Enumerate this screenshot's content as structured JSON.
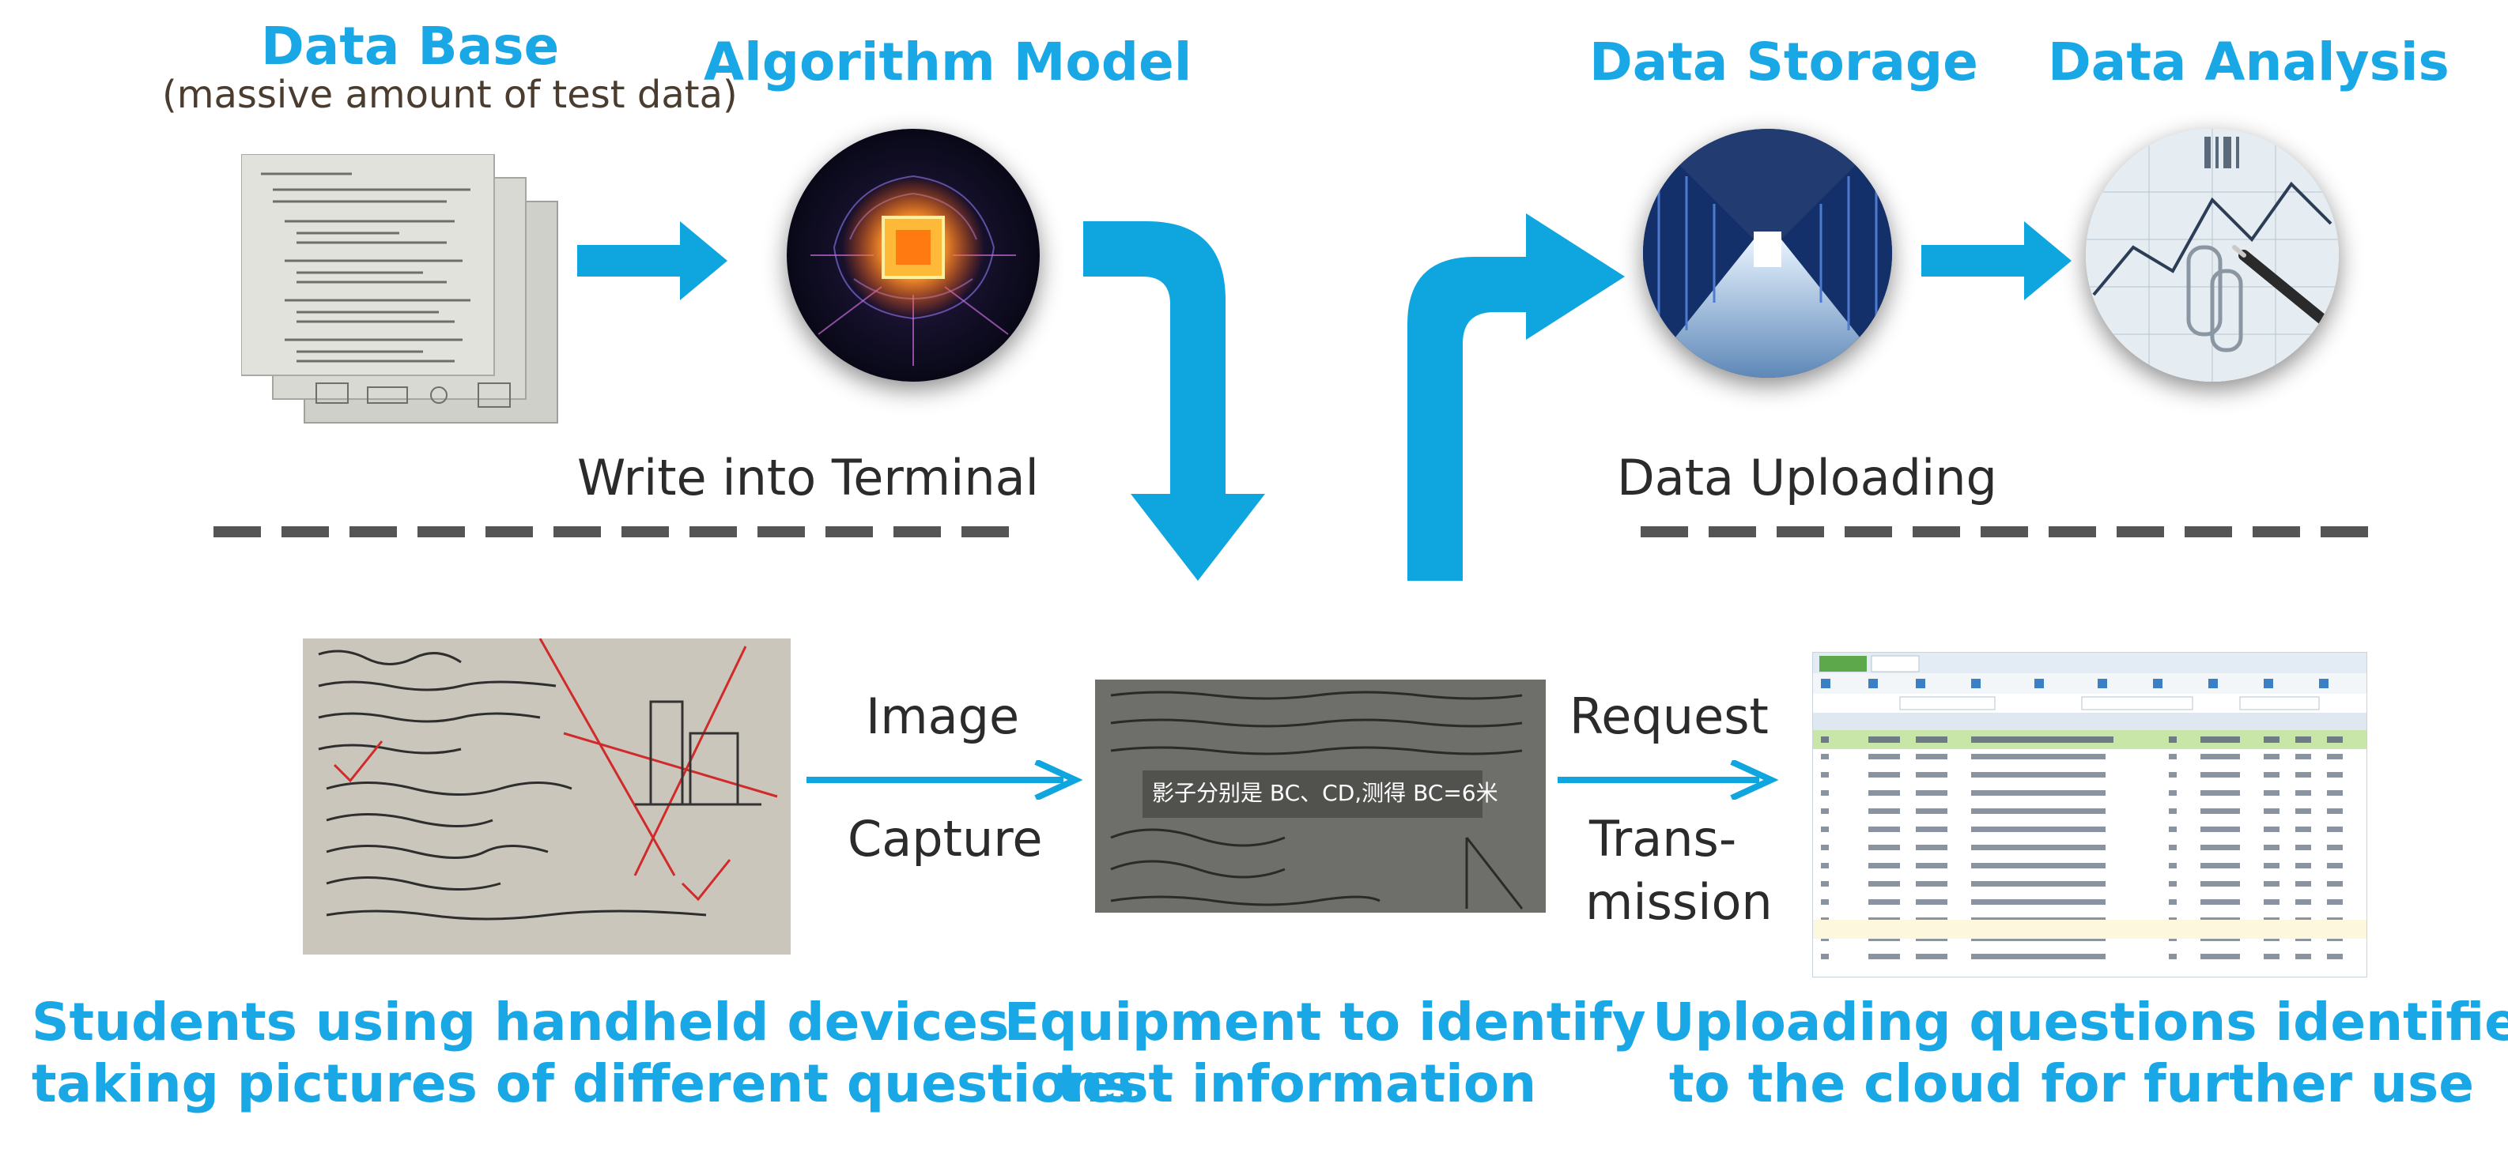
{
  "colors": {
    "accent": "#1aa7e6",
    "arrow": "#0fa6df",
    "text_dark": "#2b2b2b",
    "dash": "#555555"
  },
  "top": {
    "data_base": {
      "title": "Data Base",
      "subtitle": "(massive amount of test data)"
    },
    "algorithm_model": {
      "title": "Algorithm Model"
    },
    "data_storage": {
      "title": "Data Storage"
    },
    "data_analysis": {
      "title": "Data Analysis"
    }
  },
  "flow_labels": {
    "write_terminal": "Write into Terminal",
    "data_uploading": "Data Uploading",
    "image": "Image",
    "capture": "Capture",
    "request": "Request",
    "trans": "Trans-",
    "mission": "mission"
  },
  "photo_overlay": "影子分别是 BC、CD,测得 BC=6米",
  "captions": {
    "students": [
      "Students using handheld devices",
      "taking pictures of different questions"
    ],
    "equipment": [
      "Equipment to identify",
      "test information"
    ],
    "uploading": [
      "Uploading questions identified",
      "to the cloud for further use"
    ]
  },
  "icons": [
    "paper-stack-icon",
    "ai-brain-chip-icon",
    "server-room-icon",
    "chart-analysis-icon"
  ]
}
